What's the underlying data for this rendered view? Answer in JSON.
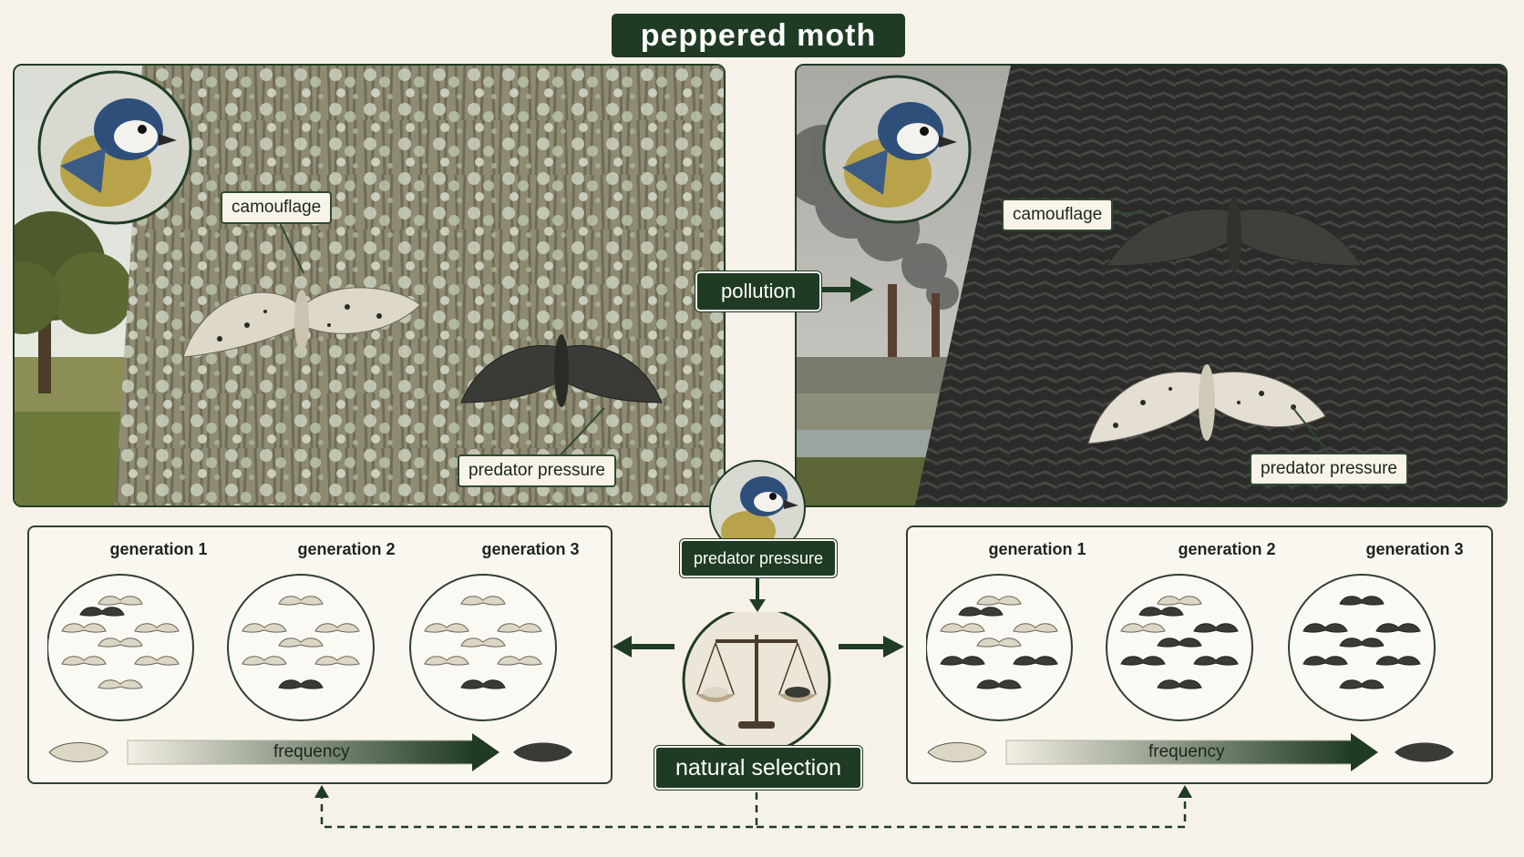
{
  "title": "peppered moth",
  "left_scene": {
    "camouflage_label": "camouflage",
    "predator_label": "predator pressure"
  },
  "right_scene": {
    "camouflage_label": "camouflage",
    "predator_label": "predator pressure"
  },
  "pollution_label": "pollution",
  "center": {
    "predator_label": "predator pressure",
    "selection_label": "natural selection"
  },
  "left_panel": {
    "generations": [
      {
        "label": "generation 1",
        "light": 7,
        "dark": 1
      },
      {
        "label": "generation 2",
        "light": 6,
        "dark": 1
      },
      {
        "label": "generation 3",
        "light": 6,
        "dark": 1
      }
    ],
    "frequency_label": "frequency"
  },
  "right_panel": {
    "generations": [
      {
        "label": "generation 1",
        "light": 4,
        "dark": 4
      },
      {
        "label": "generation 2",
        "light": 2,
        "dark": 6
      },
      {
        "label": "generation 3",
        "light": 0,
        "dark": 7
      }
    ],
    "frequency_label": "frequency"
  },
  "colors": {
    "accent": "#1f3b24",
    "background": "#f6f2ea",
    "lichen_bark": "#8d8a70",
    "sooty_bark": "#2a2a28"
  }
}
